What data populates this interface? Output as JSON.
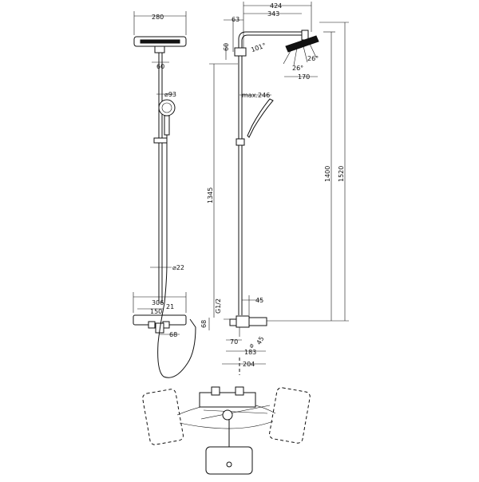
{
  "dims": {
    "front_width": "280",
    "front_60": "60",
    "hand_dia": "⌀93",
    "hose_dia": "⌀22",
    "bath_306": "306",
    "bath_150": "150",
    "bath_21": "21",
    "bath_68": "68",
    "side_424": "424",
    "side_343": "343",
    "side_63": "63",
    "side_60": "60",
    "angle_101": "101°",
    "head_26a": "26°",
    "head_26b": "26°",
    "head_170": "170",
    "max_246": "max.246",
    "h_1345": "1345",
    "h_1400": "1400",
    "h_1520": "1520",
    "thread": "G1/2",
    "s_45": "45",
    "s_68": "68",
    "s_70": "70",
    "s_183": "183",
    "s_204": "204",
    "s_45b": "45",
    "s_dia": "⌀"
  }
}
